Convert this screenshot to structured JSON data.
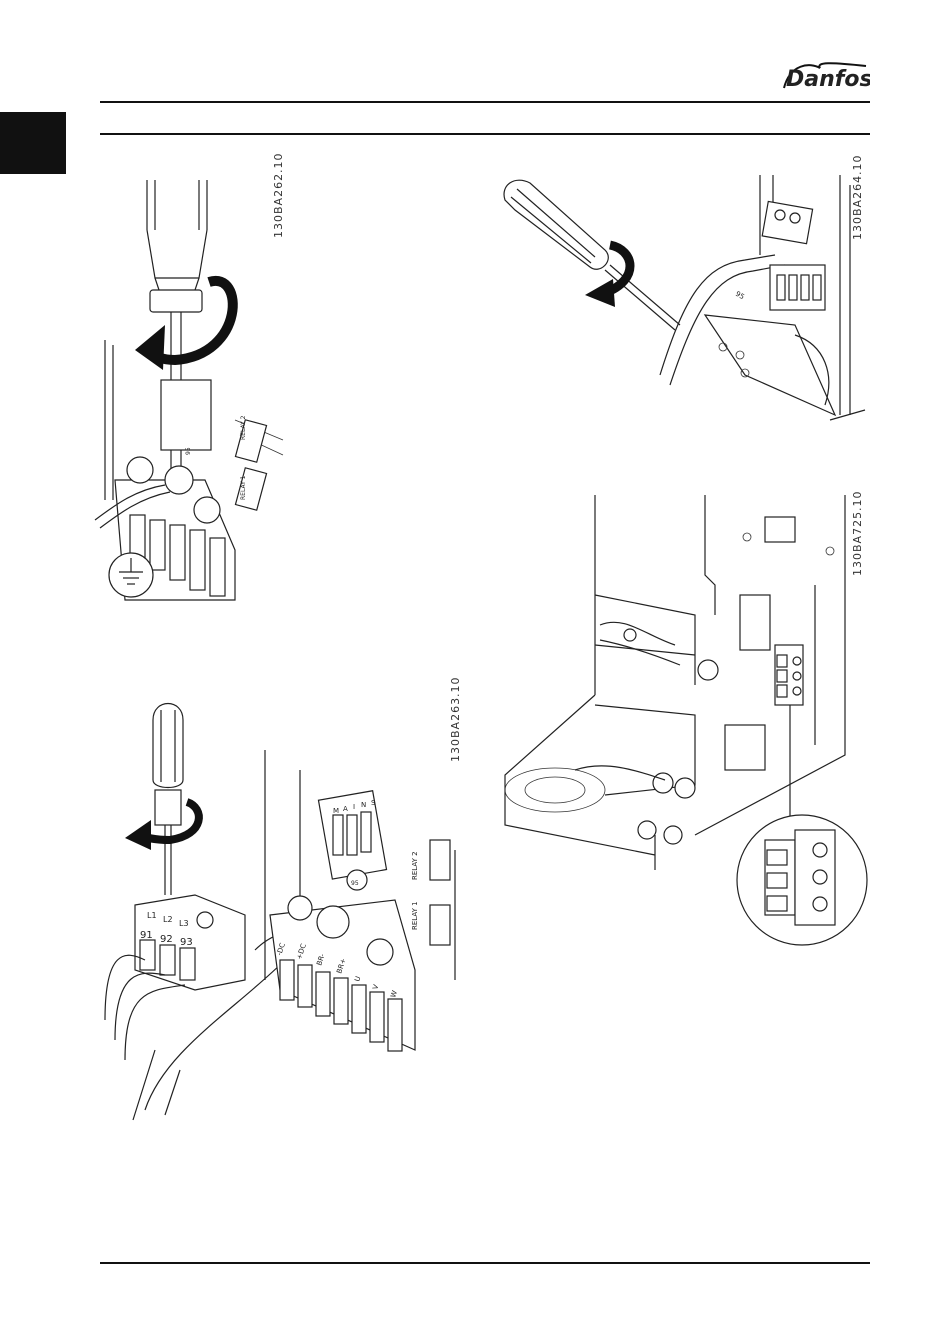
{
  "header": {
    "brand": "Danfoss"
  },
  "figures": [
    {
      "id": "130BA262.10",
      "labels": [
        "RELAY 1",
        "RELAY 2",
        "95"
      ]
    },
    {
      "id": "130BA264.10",
      "labels": [
        "95"
      ]
    },
    {
      "id": "130BA263.10",
      "labels": [
        "91",
        "92",
        "93",
        "L1",
        "L2",
        "L3",
        "95",
        "RELAY 1",
        "RELAY 2",
        "M",
        "A",
        "I",
        "N",
        "S",
        "-DC",
        "+DC",
        "BR-",
        "BR+",
        "U",
        "V",
        "W"
      ]
    },
    {
      "id": "130BA725.10",
      "labels": []
    }
  ]
}
